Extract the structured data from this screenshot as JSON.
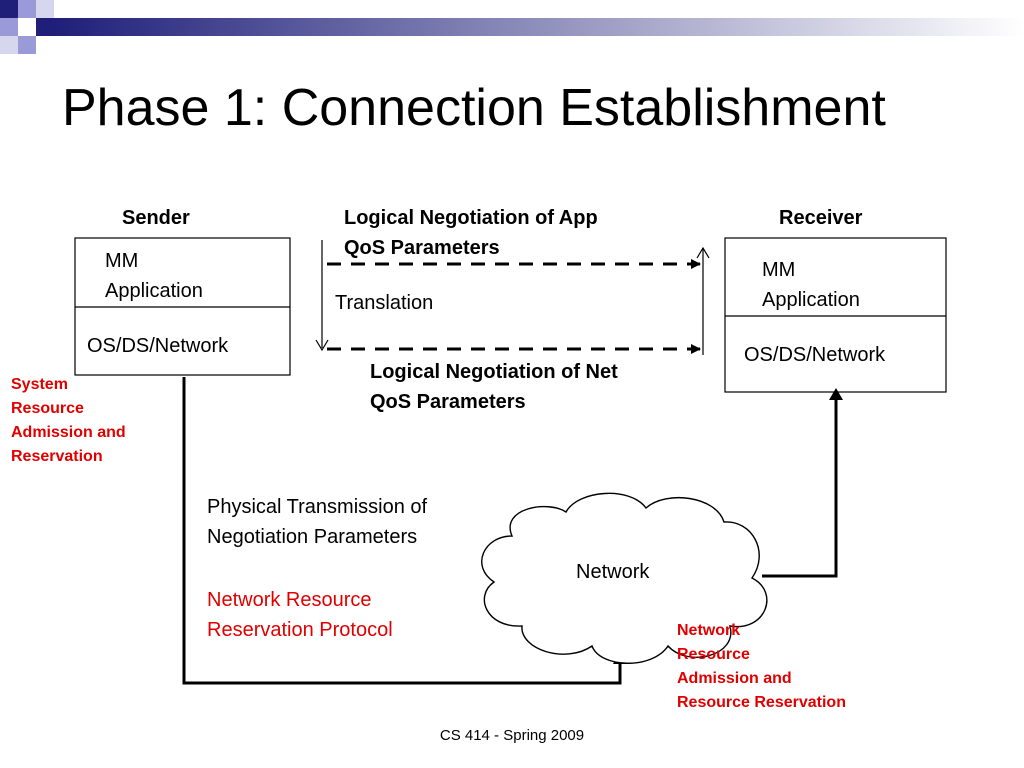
{
  "slide": {
    "title": "Phase 1: Connection Establishment",
    "footer": "CS 414 - Spring 2009"
  },
  "sender": {
    "label": "Sender",
    "app_line1": "MM",
    "app_line2": "Application",
    "os_label": "OS/DS/Network"
  },
  "receiver": {
    "label": "Receiver",
    "app_line1": "MM",
    "app_line2": "Application",
    "os_label": "OS/DS/Network"
  },
  "negotiation": {
    "app_line1": "Logical Negotiation of App",
    "app_line2": "QoS Parameters",
    "translation": "Translation",
    "net_line1": "Logical Negotiation of Net",
    "net_line2": "QoS Parameters"
  },
  "system_admission": {
    "line1": "System",
    "line2": "Resource",
    "line3": "Admission and",
    "line4": "Reservation"
  },
  "physical": {
    "line1": "Physical Transmission of",
    "line2": "Negotiation Parameters",
    "protocol_line1": "Network Resource",
    "protocol_line2": "Reservation  Protocol"
  },
  "network": {
    "label": "Network"
  },
  "network_admission": {
    "line1": "Network",
    "line2": "Resource",
    "line3": "Admission and",
    "line4": "Resource Reservation"
  },
  "colors": {
    "accent_red": "#e00000",
    "logo_navy": "#1f1f7a",
    "logo_lavender": "#9a9ad8"
  }
}
